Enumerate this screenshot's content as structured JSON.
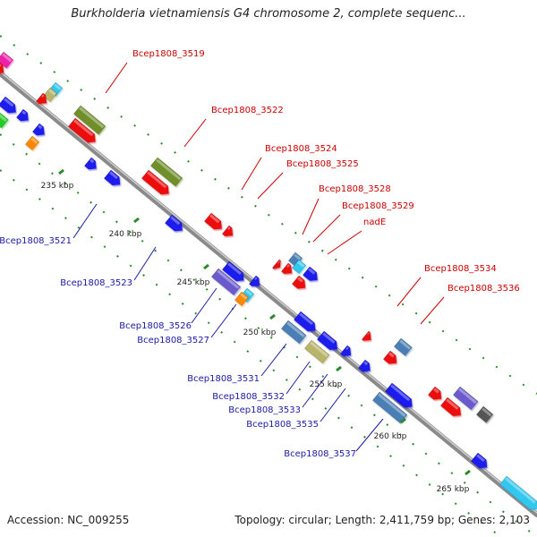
{
  "header": {
    "title": "Burkholderia vietnamiensis G4 chromosome 2, complete sequenc..."
  },
  "footer": {
    "accession": "Accession: NC_009255",
    "summary": "Topology: circular; Length: 2,411,759 bp; Genes: 2,103"
  },
  "ticks": [
    {
      "label": "235 kbp",
      "major": true
    },
    {
      "label": "240 kbp",
      "major": true
    },
    {
      "label": "245 kbp",
      "major": true
    },
    {
      "label": "250 kbp",
      "major": true
    },
    {
      "label": "255 kbp",
      "major": true
    },
    {
      "label": "260 kbp",
      "major": true
    },
    {
      "label": "265 kbp",
      "major": true
    }
  ],
  "top_labels": [
    "Bcep1808_3519",
    "Bcep1808_3522",
    "Bcep1808_3524",
    "Bcep1808_3525",
    "Bcep1808_3528",
    "Bcep1808_3529",
    "nadE",
    "Bcep1808_3534",
    "Bcep1808_3536"
  ],
  "bottom_labels": [
    "Bcep1808_3521",
    "Bcep1808_3523",
    "Bcep1808_3526",
    "Bcep1808_3527",
    "Bcep1808_3531",
    "Bcep1808_3532",
    "Bcep1808_3533",
    "Bcep1808_3535",
    "Bcep1808_3537"
  ],
  "colors": {
    "backbone": "#888888",
    "tick_green": "#2a8a2a",
    "label_red": "#cc0000",
    "label_blue": "#1a1aa6",
    "gene_red": "#ee1111",
    "gene_blue": "#1a1aee",
    "gene_olive": "#6f8f2a",
    "gene_steel": "#4a7fb5",
    "gene_khaki": "#b8b46a",
    "gene_purple": "#6a5acd",
    "gene_cyan": "#33c7ee",
    "gene_orange": "#ff8800",
    "gene_gray": "#555555",
    "gene_magenta": "#ee22aa",
    "gene_green": "#22cc22"
  }
}
